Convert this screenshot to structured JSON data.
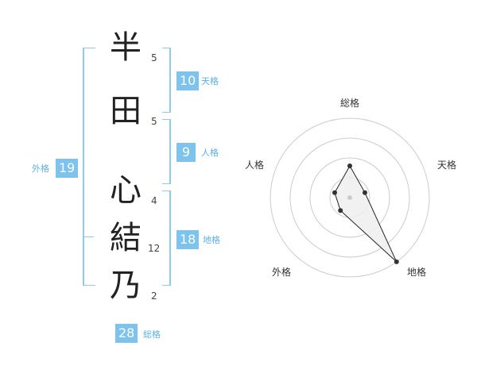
{
  "name": {
    "chars": [
      {
        "char": "半",
        "strokes": "5"
      },
      {
        "char": "田",
        "strokes": "5"
      },
      {
        "char": "心",
        "strokes": "4"
      },
      {
        "char": "結",
        "strokes": "12"
      },
      {
        "char": "乃",
        "strokes": "2"
      }
    ]
  },
  "fortune": {
    "tenkaku": {
      "value": "10",
      "label": "天格"
    },
    "jinkaku": {
      "value": "9",
      "label": "人格"
    },
    "chikaku": {
      "value": "18",
      "label": "地格"
    },
    "gaikaku": {
      "value": "19",
      "label": "外格"
    },
    "soukaku": {
      "value": "28",
      "label": "総格"
    }
  },
  "chart_data": {
    "type": "radar",
    "axes": [
      "総格",
      "天格",
      "地格",
      "外格",
      "人格"
    ],
    "values": [
      2,
      1,
      5,
      1,
      1
    ],
    "range": [
      0,
      5
    ],
    "rings": 4
  },
  "colors": {
    "accent": "#7dc3ee",
    "bracket": "#8ccbf0",
    "label": "#5ab2e6",
    "polygon_fill": "#eeeeee",
    "polygon_stroke": "#222222",
    "grid": "#cccccc"
  }
}
